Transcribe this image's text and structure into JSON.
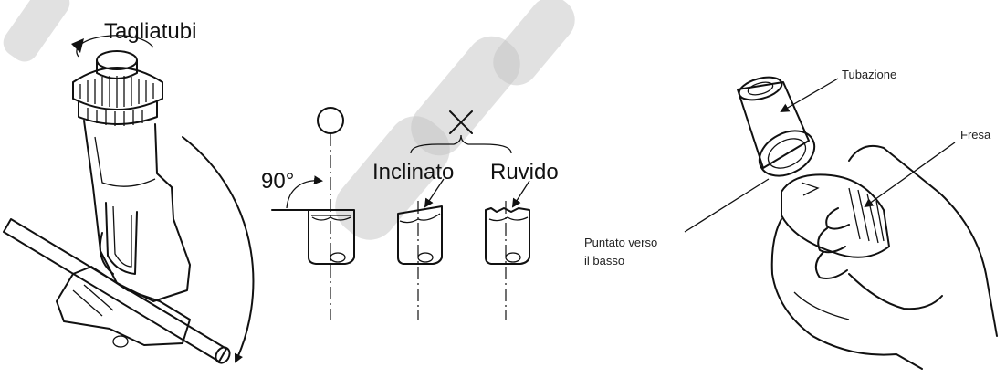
{
  "tube_cutter": {
    "label": "Tagliatubi"
  },
  "cut_check": {
    "correct_symbol": "○",
    "wrong_symbol": "×",
    "angle_label": "90°",
    "inclined_label": "Inclinato",
    "rough_label": "Ruvido"
  },
  "deburring": {
    "pipe_label": "Tubazione",
    "reamer_label": "Fresa",
    "pointing_label_line1": "Puntato verso",
    "pointing_label_line2": "il basso"
  },
  "icons": [
    "rotation-arrow-icon",
    "circle-ok-icon",
    "cross-wrong-icon"
  ]
}
